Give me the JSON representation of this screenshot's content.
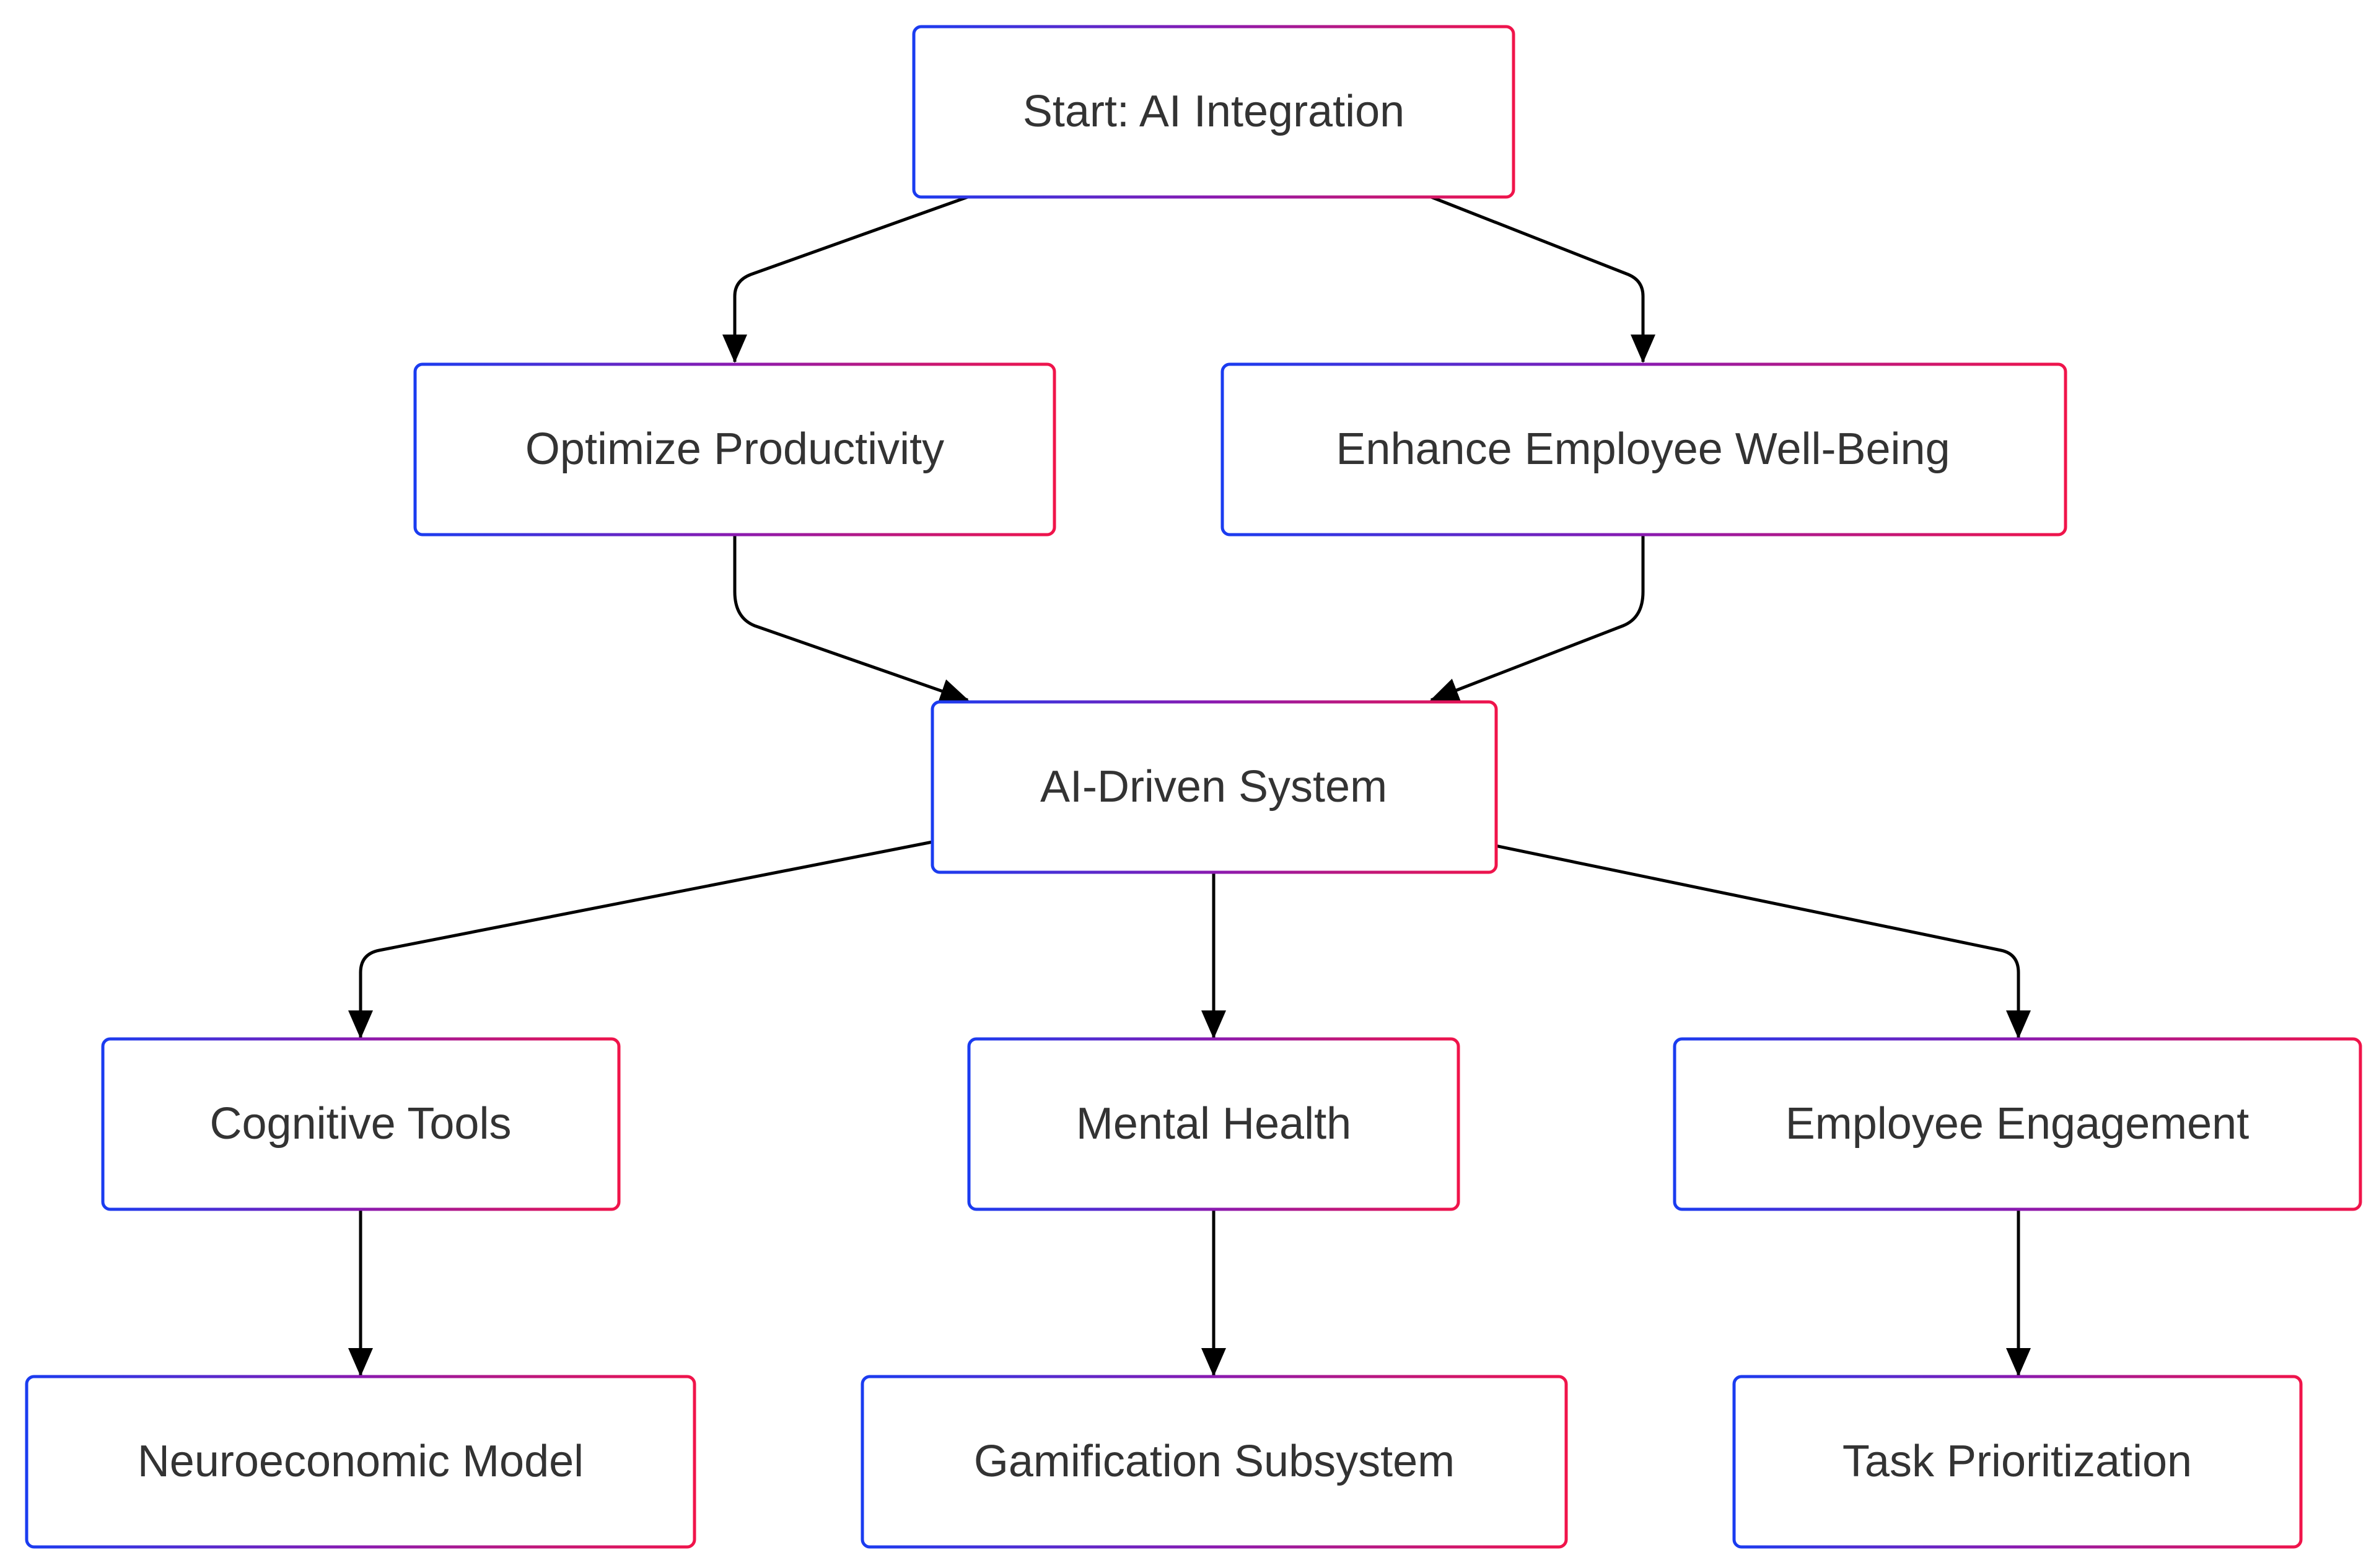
{
  "nodes": {
    "start": {
      "label": "Start: AI Integration"
    },
    "productivity": {
      "label": "Optimize Productivity"
    },
    "wellbeing": {
      "label": "Enhance Employee Well-Being"
    },
    "system": {
      "label": "AI-Driven System"
    },
    "cognitive": {
      "label": "Cognitive Tools"
    },
    "mental": {
      "label": "Mental Health"
    },
    "engagement": {
      "label": "Employee Engagement"
    },
    "neuro": {
      "label": "Neuroeconomic Model"
    },
    "gamification": {
      "label": "Gamification Subsystem"
    },
    "task": {
      "label": "Task Prioritization"
    }
  },
  "edges": [
    {
      "from": "start",
      "to": "productivity"
    },
    {
      "from": "start",
      "to": "wellbeing"
    },
    {
      "from": "productivity",
      "to": "system"
    },
    {
      "from": "wellbeing",
      "to": "system"
    },
    {
      "from": "system",
      "to": "cognitive"
    },
    {
      "from": "system",
      "to": "mental"
    },
    {
      "from": "system",
      "to": "engagement"
    },
    {
      "from": "cognitive",
      "to": "neuro"
    },
    {
      "from": "mental",
      "to": "gamification"
    },
    {
      "from": "engagement",
      "to": "task"
    }
  ],
  "colors": {
    "border_start": "#1a3cf0",
    "border_mid": "#8a1ab0",
    "border_end": "#f0144a",
    "text": "#333333",
    "edge": "#000000",
    "background": "#ffffff"
  }
}
